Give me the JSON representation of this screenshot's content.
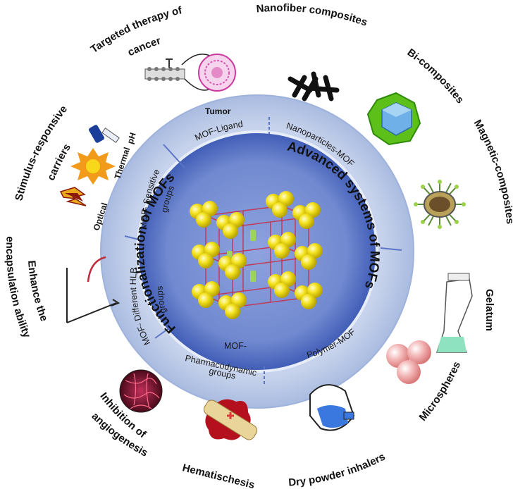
{
  "center": {
    "left_title": "Functionalization of MOFs",
    "right_title": "Advanced systems of MOFs"
  },
  "ring_segments": {
    "ligand": "MOF-Ligand",
    "sensitive_1": "MOF- Sensitive",
    "sensitive_2": "groups",
    "hlb_1": "MOF- Different HLB",
    "hlb_2": "groups",
    "pharma_1": "MOF-",
    "pharma_2": "Pharmacodynamic",
    "pharma_3": "groups",
    "nanoparticles": "Nanoparticles-MOF",
    "polymer": "Polymer-MOF"
  },
  "outer_labels": {
    "targeted_1": "Targeted therapy of",
    "targeted_2": "cancer",
    "tumor": "Tumor",
    "nanofiber": "Nanofiber composites",
    "bi": "Bi-composites",
    "magnetic": "Magnetic-composites",
    "gelatum": "Gelatum",
    "microspheres": "Microspheres",
    "dry_powder": "Dry powder inhalers",
    "hematischesis": "Hematischesis",
    "inhibition_1": "Inhibition of",
    "inhibition_2": "angiogenesis",
    "enhance_1": "Enhance the",
    "enhance_2": "encapsulation ability",
    "stimulus_1": "Stimulus-responsive",
    "stimulus_2": "carriers",
    "optical": "Optical",
    "thermal": "Thermal",
    "ph": "pH"
  },
  "colors": {
    "outer_ring": "#b8c7e4",
    "inner_disk": "#6c86cc",
    "frame": "#c03a5a",
    "sphere": "#f2e022",
    "divider": "#5a75c8"
  }
}
